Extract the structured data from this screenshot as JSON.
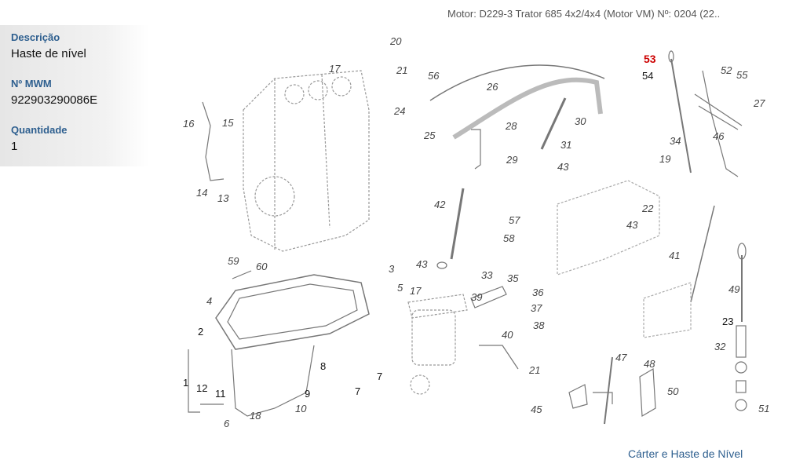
{
  "header": {
    "title": "Motor: D229-3 Trator 685 4x2/4x4 (Motor VM)   Nº: 0204 (22.."
  },
  "details": {
    "description_label": "Descrição",
    "description": "Haste de nível",
    "mwm_label": "Nº MWM",
    "mwm": "922903290086E",
    "quantity_label": "Quantidade",
    "quantity": "1"
  },
  "diagram": {
    "caption": "Cárter e Haste de Nível",
    "selected_part": "53",
    "callouts": [
      "20",
      "17",
      "21",
      "16",
      "15",
      "14",
      "13",
      "56",
      "26",
      "24",
      "25",
      "28",
      "30",
      "29",
      "31",
      "43",
      "53",
      "54",
      "52",
      "55",
      "27",
      "34",
      "46",
      "19",
      "22",
      "43",
      "42",
      "57",
      "58",
      "41",
      "49",
      "23",
      "32",
      "51",
      "43",
      "59",
      "60",
      "3",
      "5",
      "4",
      "2",
      "1",
      "12",
      "11",
      "6",
      "18",
      "8",
      "9",
      "10",
      "7",
      "7",
      "17",
      "33",
      "35",
      "36",
      "39",
      "37",
      "38",
      "40",
      "21",
      "47",
      "48",
      "50",
      "45"
    ]
  }
}
